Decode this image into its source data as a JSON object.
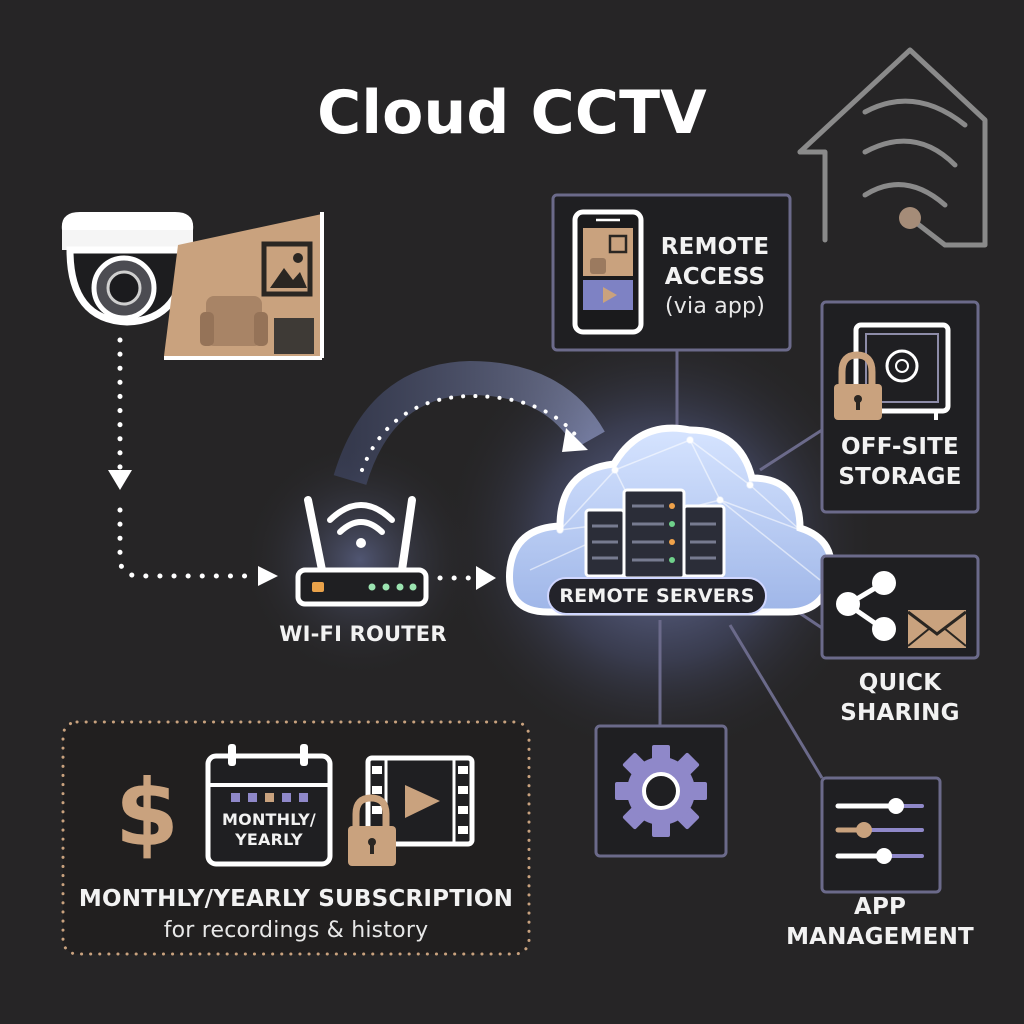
{
  "title": "Cloud CCTV",
  "router_label": "WI-FI ROUTER",
  "cloud_label": "REMOTE SERVERS",
  "features": {
    "remote_access": {
      "line1": "REMOTE",
      "line2": "ACCESS",
      "line3": "(via app)"
    },
    "storage": {
      "line1": "OFF-SITE",
      "line2": "STORAGE"
    },
    "sharing": {
      "line1": "QUICK",
      "line2": "SHARING"
    },
    "management": {
      "line1": "APP",
      "line2": "MANAGEMENT"
    }
  },
  "subscription": {
    "calendar_text_1": "MONTHLY/",
    "calendar_text_2": "YEARLY",
    "heading": "MONTHLY/YEARLY SUBSCRIPTION",
    "subtext": "for recordings & history"
  },
  "icons": [
    "cctv-camera-icon",
    "room-scene-icon",
    "wifi-router-icon",
    "cloud-server-icon",
    "smartphone-icon",
    "safe-lock-icon",
    "share-icon",
    "envelope-icon",
    "gear-icon",
    "sliders-icon",
    "dollar-icon",
    "calendar-icon",
    "film-lock-icon",
    "smart-home-icon"
  ],
  "colors": {
    "background": "#262526",
    "accent_tan": "#c9a27e",
    "box_border": "#6b6a8a",
    "cloud_glow": "#aab8ff",
    "gear_purple": "#8f88c9"
  }
}
